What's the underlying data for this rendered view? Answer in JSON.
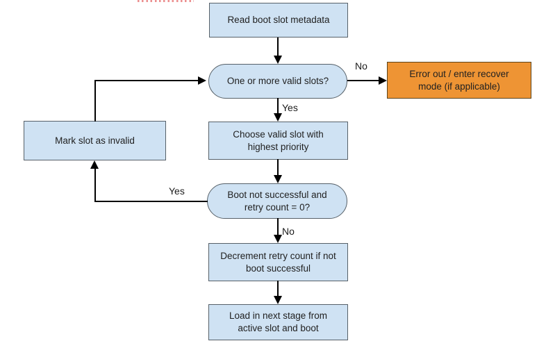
{
  "diagram": {
    "title_hint": "Boot slot selection flowchart",
    "colors": {
      "background": "#ffffff",
      "node_fill": "#cfe2f3",
      "node_border": "#566068",
      "error_fill": "#ee9434",
      "error_border": "#5b431a",
      "arrow": "#000000",
      "text": "#212121",
      "annotation_marks": "#e87c7c"
    },
    "nodes": {
      "read": {
        "label": "Read boot slot metadata",
        "type": "process"
      },
      "valid_slots": {
        "label": "One or more valid slots?",
        "type": "decision"
      },
      "error_out": {
        "label": "Error out / enter recover mode (if applicable)",
        "type": "error"
      },
      "choose_slot": {
        "label": "Choose valid slot with highest priority",
        "type": "process"
      },
      "mark_invalid": {
        "label": "Mark slot as invalid",
        "type": "process"
      },
      "boot_check": {
        "label": "Boot not successful and retry count = 0?",
        "type": "decision"
      },
      "decrement": {
        "label": "Decrement retry count if not boot successful",
        "type": "process"
      },
      "load_stage": {
        "label": "Load in next stage from active slot and boot",
        "type": "process"
      }
    },
    "edge_labels": {
      "valid_slots_no": "No",
      "valid_slots_yes": "Yes",
      "boot_check_yes": "Yes",
      "boot_check_no": "No"
    }
  }
}
